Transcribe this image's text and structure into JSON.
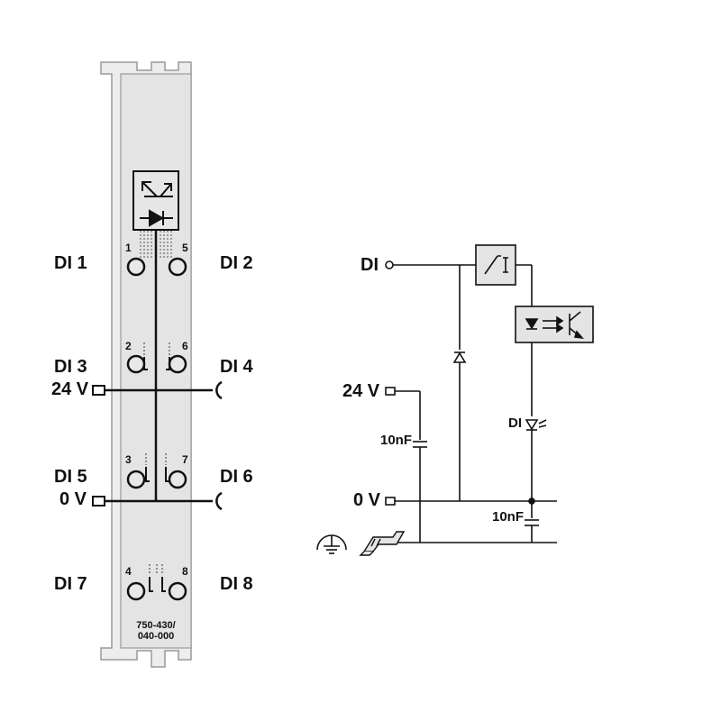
{
  "module": {
    "labels_left": [
      "DI 1",
      "DI 3",
      "24 V",
      "DI 5",
      "0 V",
      "DI 7"
    ],
    "labels_right": [
      "DI 2",
      "DI 4",
      "DI 6",
      "DI 8"
    ],
    "terminal_numbers": [
      "1",
      "5",
      "2",
      "6",
      "3",
      "7",
      "4",
      "8"
    ],
    "part_number_line1": "750-430/",
    "part_number_line2": "040-000"
  },
  "schematic": {
    "input_label": "DI",
    "supply_label": "24 V",
    "ground_label": "0 V",
    "cap_label_1": "10nF",
    "cap_label_2": "10nF",
    "led_label": "DI"
  },
  "colors": {
    "module_fill": "#e6e6e6",
    "module_stroke": "#9a9a9a",
    "line": "#111111",
    "box_fill": "#e0e0e0"
  }
}
